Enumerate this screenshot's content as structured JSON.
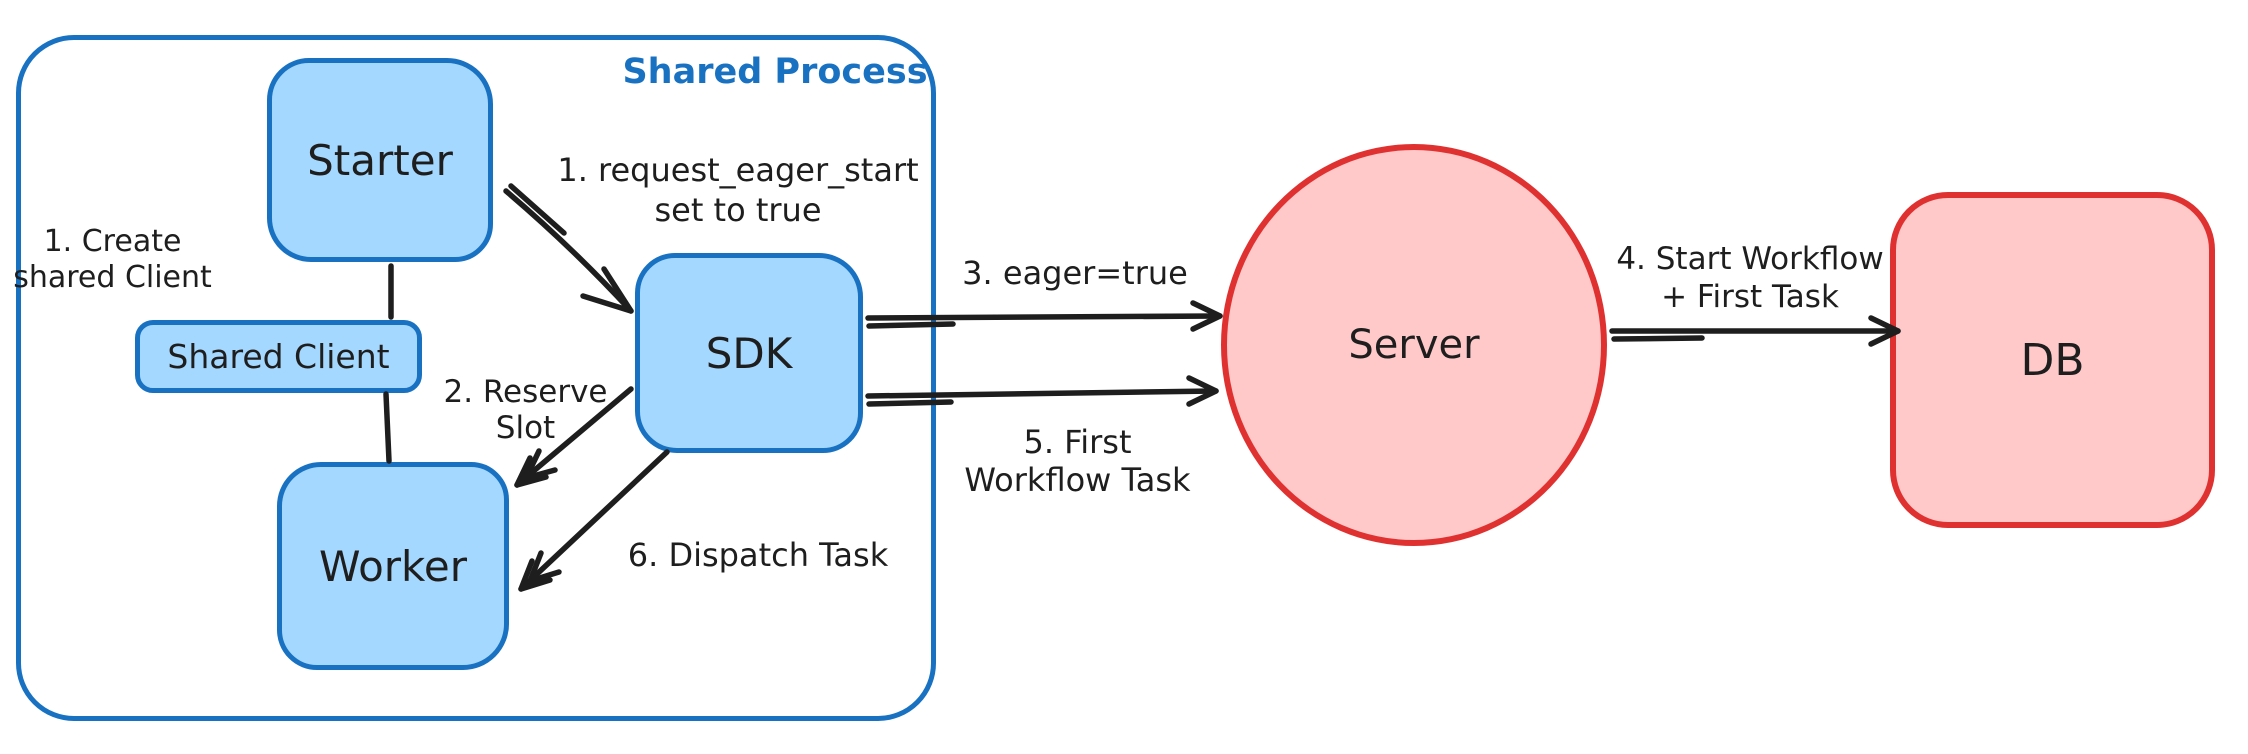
{
  "diagram": {
    "container_label": "Shared Process",
    "nodes": {
      "starter": "Starter",
      "shared_client": "Shared Client",
      "worker": "Worker",
      "sdk": "SDK",
      "server": "Server",
      "db": "DB"
    },
    "annotations": {
      "create_shared_client": "1. Create\nshared Client",
      "request_eager_start": "1. request_eager_start\nset to true",
      "reserve_slot": "2. Reserve\nSlot",
      "eager_true": "3. eager=true",
      "start_workflow": "4. Start Workflow\n+ First Task",
      "first_workflow_task": "5. First\nWorkflow Task",
      "dispatch_task": "6. Dispatch Task"
    },
    "colors": {
      "blue_stroke": "#1971c2",
      "blue_fill": "#a5d8ff",
      "red_stroke": "#e03131",
      "red_fill": "#ffc9c9",
      "ink": "#1e1e1e"
    }
  }
}
